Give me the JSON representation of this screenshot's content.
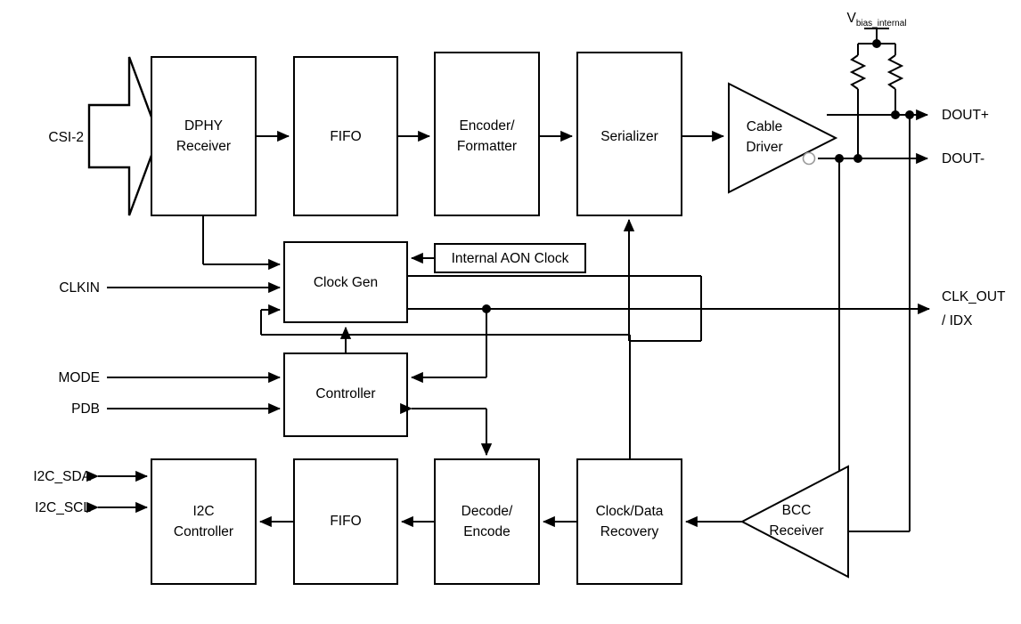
{
  "diagram": {
    "title": "Serializer block diagram",
    "colors": {
      "stroke": "#000000",
      "background": "#ffffff",
      "bubble_stroke": "#9a9a9a"
    },
    "blocks": [
      {
        "id": "dphy",
        "label_line1": "DPHY",
        "label_line2": "Receiver"
      },
      {
        "id": "fifo_tx",
        "label_line1": "FIFO",
        "label_line2": ""
      },
      {
        "id": "encoder",
        "label_line1": "Encoder/",
        "label_line2": "Formatter"
      },
      {
        "id": "serializer",
        "label_line1": "Serializer",
        "label_line2": ""
      },
      {
        "id": "clockgen",
        "label_line1": "Clock Gen",
        "label_line2": ""
      },
      {
        "id": "aon",
        "label_line1": "Internal AON Clock",
        "label_line2": ""
      },
      {
        "id": "controller",
        "label_line1": "Controller",
        "label_line2": ""
      },
      {
        "id": "i2c",
        "label_line1": "I2C",
        "label_line2": "Controller"
      },
      {
        "id": "fifo_rx",
        "label_line1": "FIFO",
        "label_line2": ""
      },
      {
        "id": "decode",
        "label_line1": "Decode/",
        "label_line2": "Encode"
      },
      {
        "id": "cdr",
        "label_line1": "Clock/Data",
        "label_line2": "Recovery"
      }
    ],
    "amplifiers": [
      {
        "id": "cable_driver",
        "label_line1": "Cable",
        "label_line2": "Driver"
      },
      {
        "id": "bcc_receiver",
        "label_line1": "BCC",
        "label_line2": "Receiver"
      }
    ],
    "signals": {
      "csi2": "CSI-2",
      "clkin": "CLKIN",
      "mode": "MODE",
      "pdb": "PDB",
      "i2c_sda": "I2C_SDA",
      "i2c_scl": "I2C_SCL",
      "dout_p": "DOUT+",
      "dout_n": "DOUT-",
      "clk_out_line1": "CLK_OUT",
      "clk_out_line2": "/ IDX",
      "vbias_main": "V",
      "vbias_sub": "bias_internal"
    }
  }
}
